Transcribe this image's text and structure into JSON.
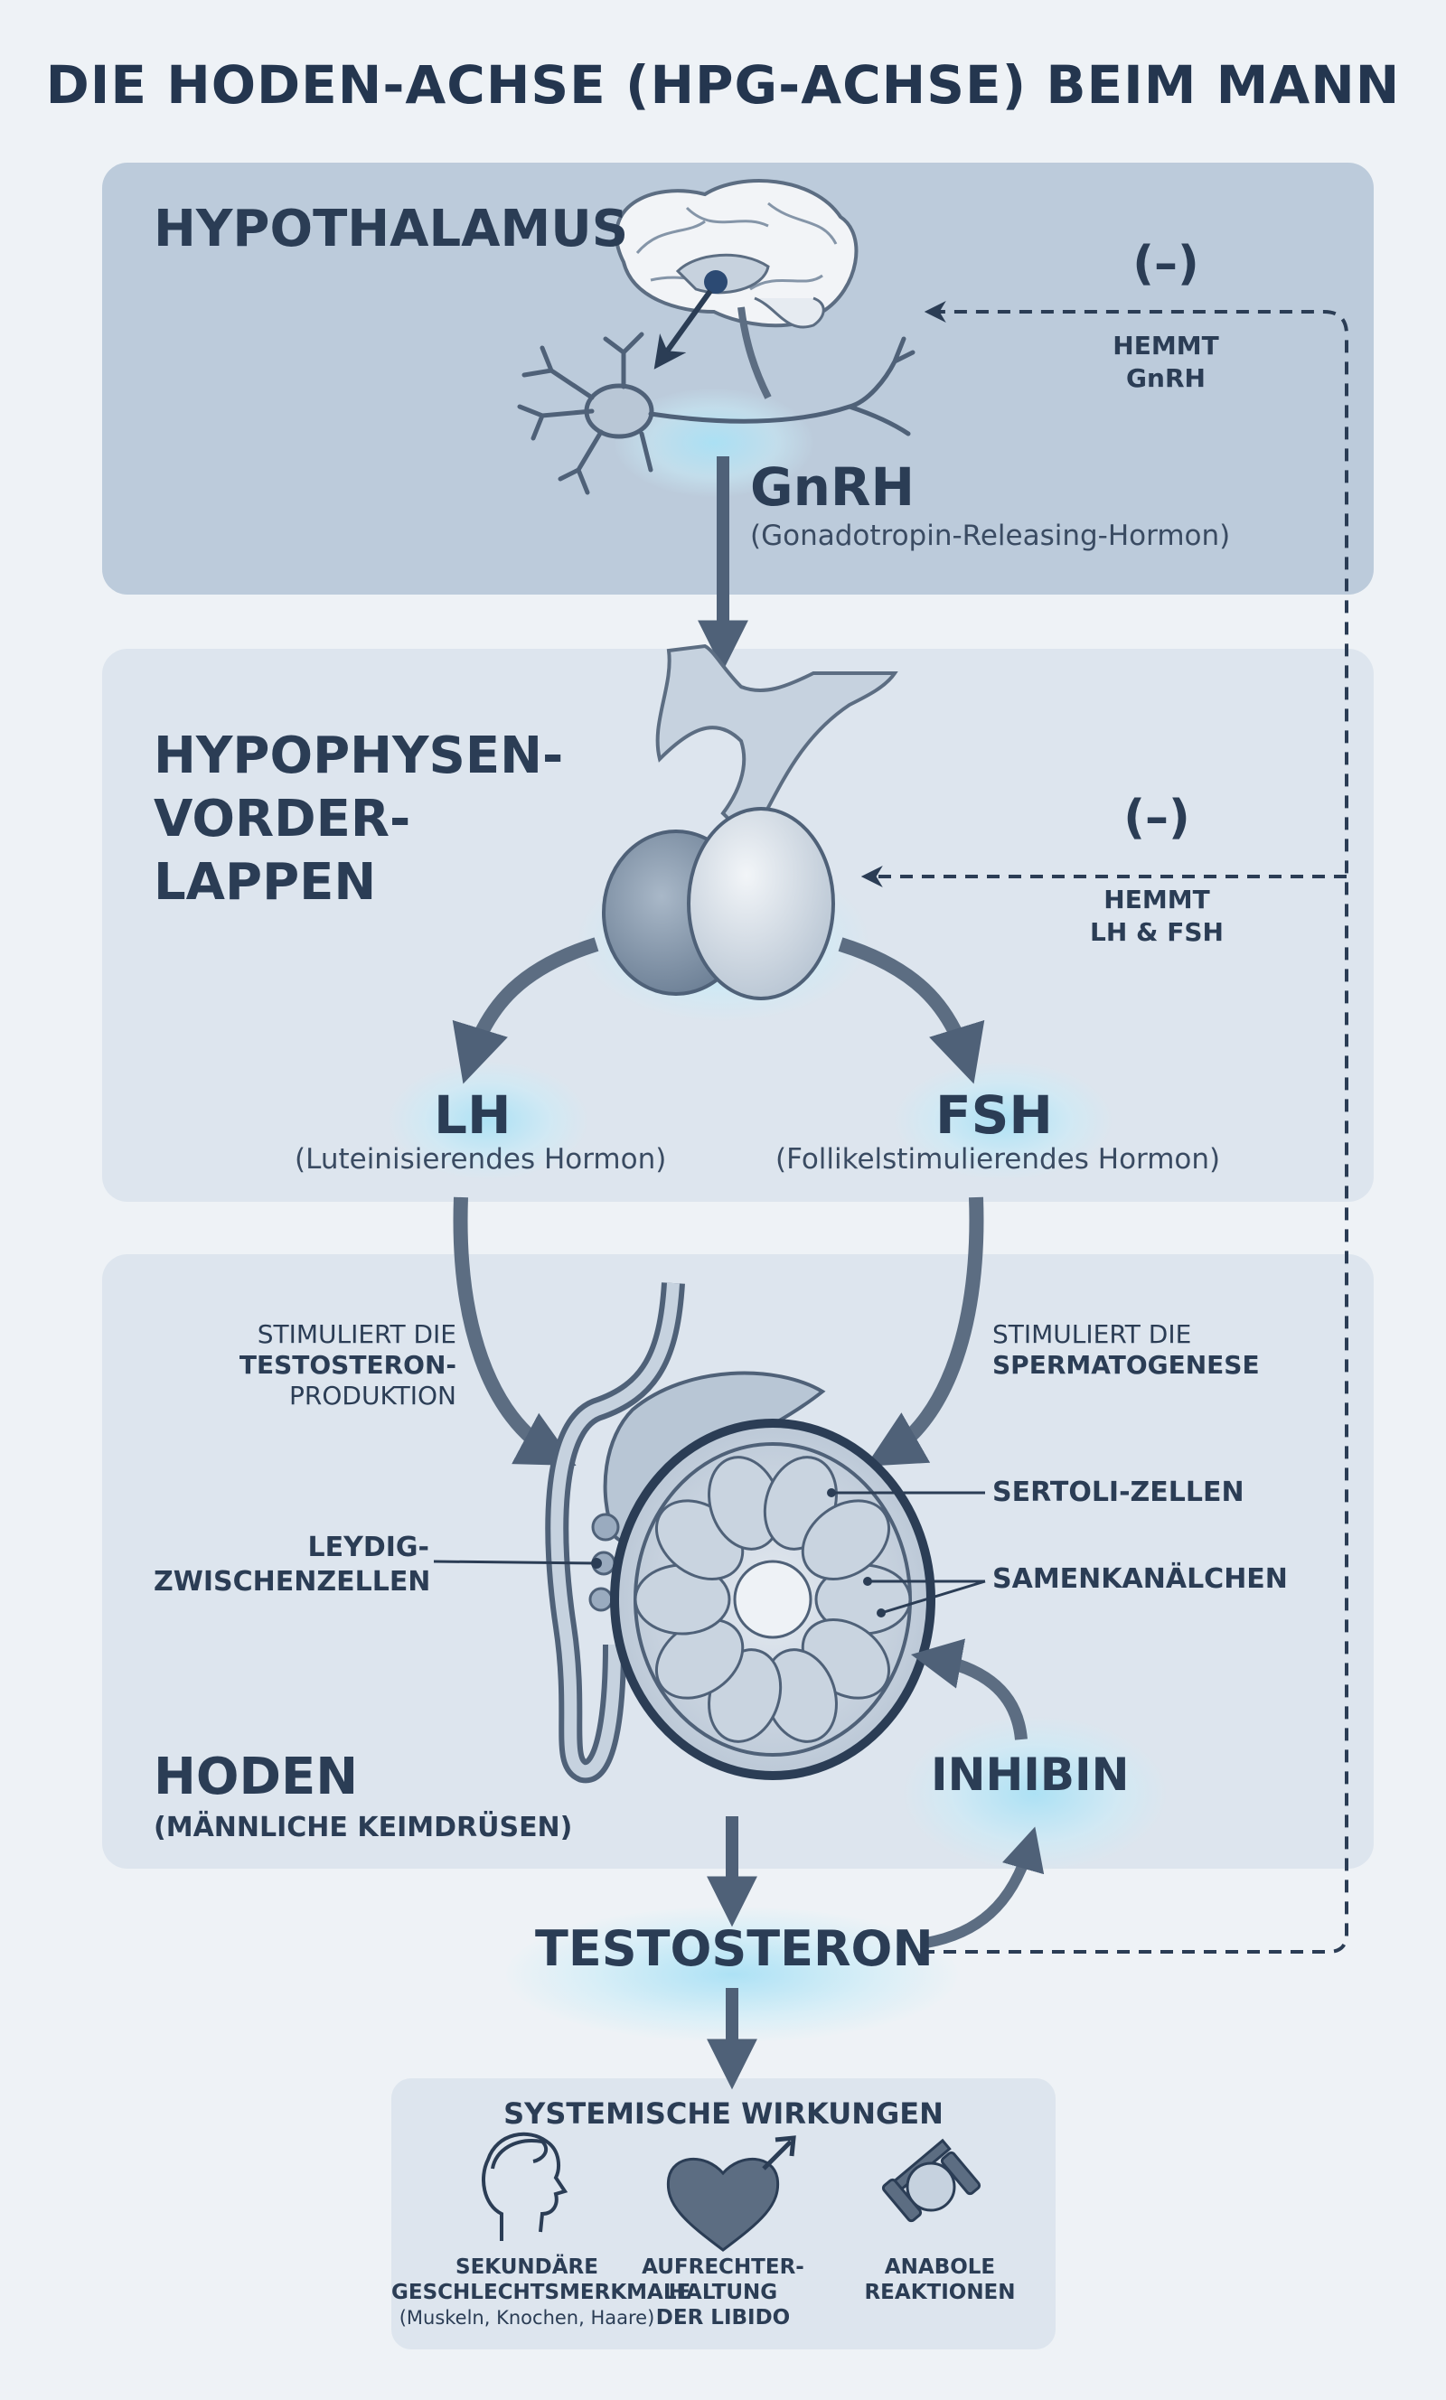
{
  "title": "DIE HODEN-ACHSE (HPG-ACHSE) BEIM MANN",
  "hypothalamus": {
    "heading": "HYPOTHALAMUS",
    "hormone": "GnRH",
    "hormone_full": "(Gonadotropin-Releasing-Hormon)",
    "feedback_sign": "(–)",
    "feedback_line1": "HEMMT",
    "feedback_line2": "GnRH"
  },
  "pituitary": {
    "heading_line1": "HYPOPHYSEN-",
    "heading_line2": "VORDER-",
    "heading_line3": "LAPPEN",
    "feedback_sign": "(–)",
    "feedback_line1": "HEMMT",
    "feedback_line2": "LH & FSH",
    "lh": "LH",
    "lh_full": "(Luteinisierendes Hormon)",
    "fsh": "FSH",
    "fsh_full": "(Follikelstimulierendes Hormon)"
  },
  "testis": {
    "lh_effect_line1": "STIMULIERT DIE",
    "lh_effect_line2": "TESTOSTERON-",
    "lh_effect_line3": "PRODUKTION",
    "fsh_effect_line1": "STIMULIERT DIE",
    "fsh_effect_line2": "SPERMATOGENESE",
    "leydig_line1": "LEYDIG-",
    "leydig_line2": "ZWISCHENZELLEN",
    "sertoli": "SERTOLI-ZELLEN",
    "tubules": "SAMENKANÄLCHEN",
    "heading": "HODEN",
    "heading_sub": "(MÄNNLICHE KEIMDRÜSEN)",
    "inhibin": "INHIBIN"
  },
  "testosterone": "TESTOSTERON",
  "systemic": {
    "heading": "SYSTEMISCHE WIRKUNGEN",
    "items": [
      {
        "icon": "head-profile-icon",
        "line1": "SEKUNDÄRE",
        "line2": "GESCHLECHTSMERKMALE",
        "note": "(Muskeln, Knochen, Haare)"
      },
      {
        "icon": "heart-male-icon",
        "line1": "AUFRECHTER-",
        "line2": "HALTUNG",
        "line3": "DER LIBIDO"
      },
      {
        "icon": "dumbbell-icon",
        "line1": "ANABOLE",
        "line2": "REAKTIONEN"
      }
    ]
  },
  "colors": {
    "background": "#eef2f6",
    "panel_dark": "#bccbdb",
    "panel_light": "#dde5ee",
    "ink": "#2b3d55",
    "glow": "#aee3f5"
  }
}
